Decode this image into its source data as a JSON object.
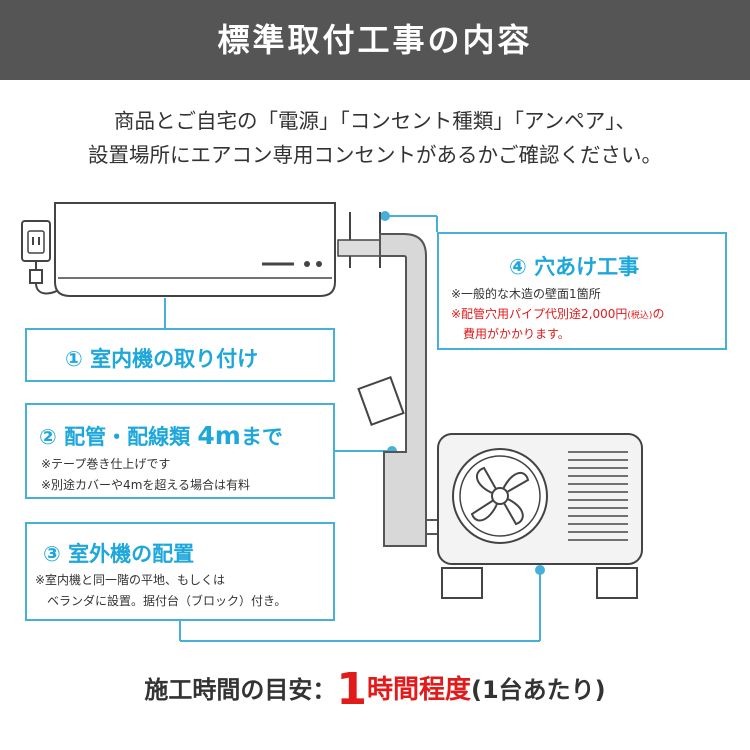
{
  "header": {
    "title": "標準取付工事の内容"
  },
  "intro": {
    "line1": "商品とご自宅の「電源」「コンセント種類」「アンペア」、",
    "line2": "設置場所にエアコン専用コンセントがあるかご確認ください。"
  },
  "items": {
    "indoor": {
      "title": "① 室内機の取り付け"
    },
    "piping": {
      "title_prefix": "② 配管・配線類 ",
      "title_highlight": "4m",
      "title_suffix": "まで",
      "note1": "※テープ巻き仕上げです",
      "note2": "※別途カバーや4mを超える場合は有料"
    },
    "outdoor": {
      "title": "③ 室外機の配置",
      "note1": "※室内機と同一階の平地、もしくは",
      "note2": "　ベランダに設置。据付台（ブロック）付き。"
    },
    "hole": {
      "title": "④ 穴あけ工事",
      "note1": "※一般的な木造の壁面1箇所",
      "note2_a": "※配管穴用パイプ代別途2,000円",
      "note2_b": "(税込)",
      "note2_c": "の",
      "note3": "　費用がかかります。"
    }
  },
  "footer": {
    "label": "施工時間の目安：",
    "number": "1",
    "unit": "時間程度",
    "suffix": "(1台あたり)"
  },
  "colors": {
    "accent": "#1ea7da",
    "header_bg": "#555555",
    "highlight": "#e21a1a"
  }
}
